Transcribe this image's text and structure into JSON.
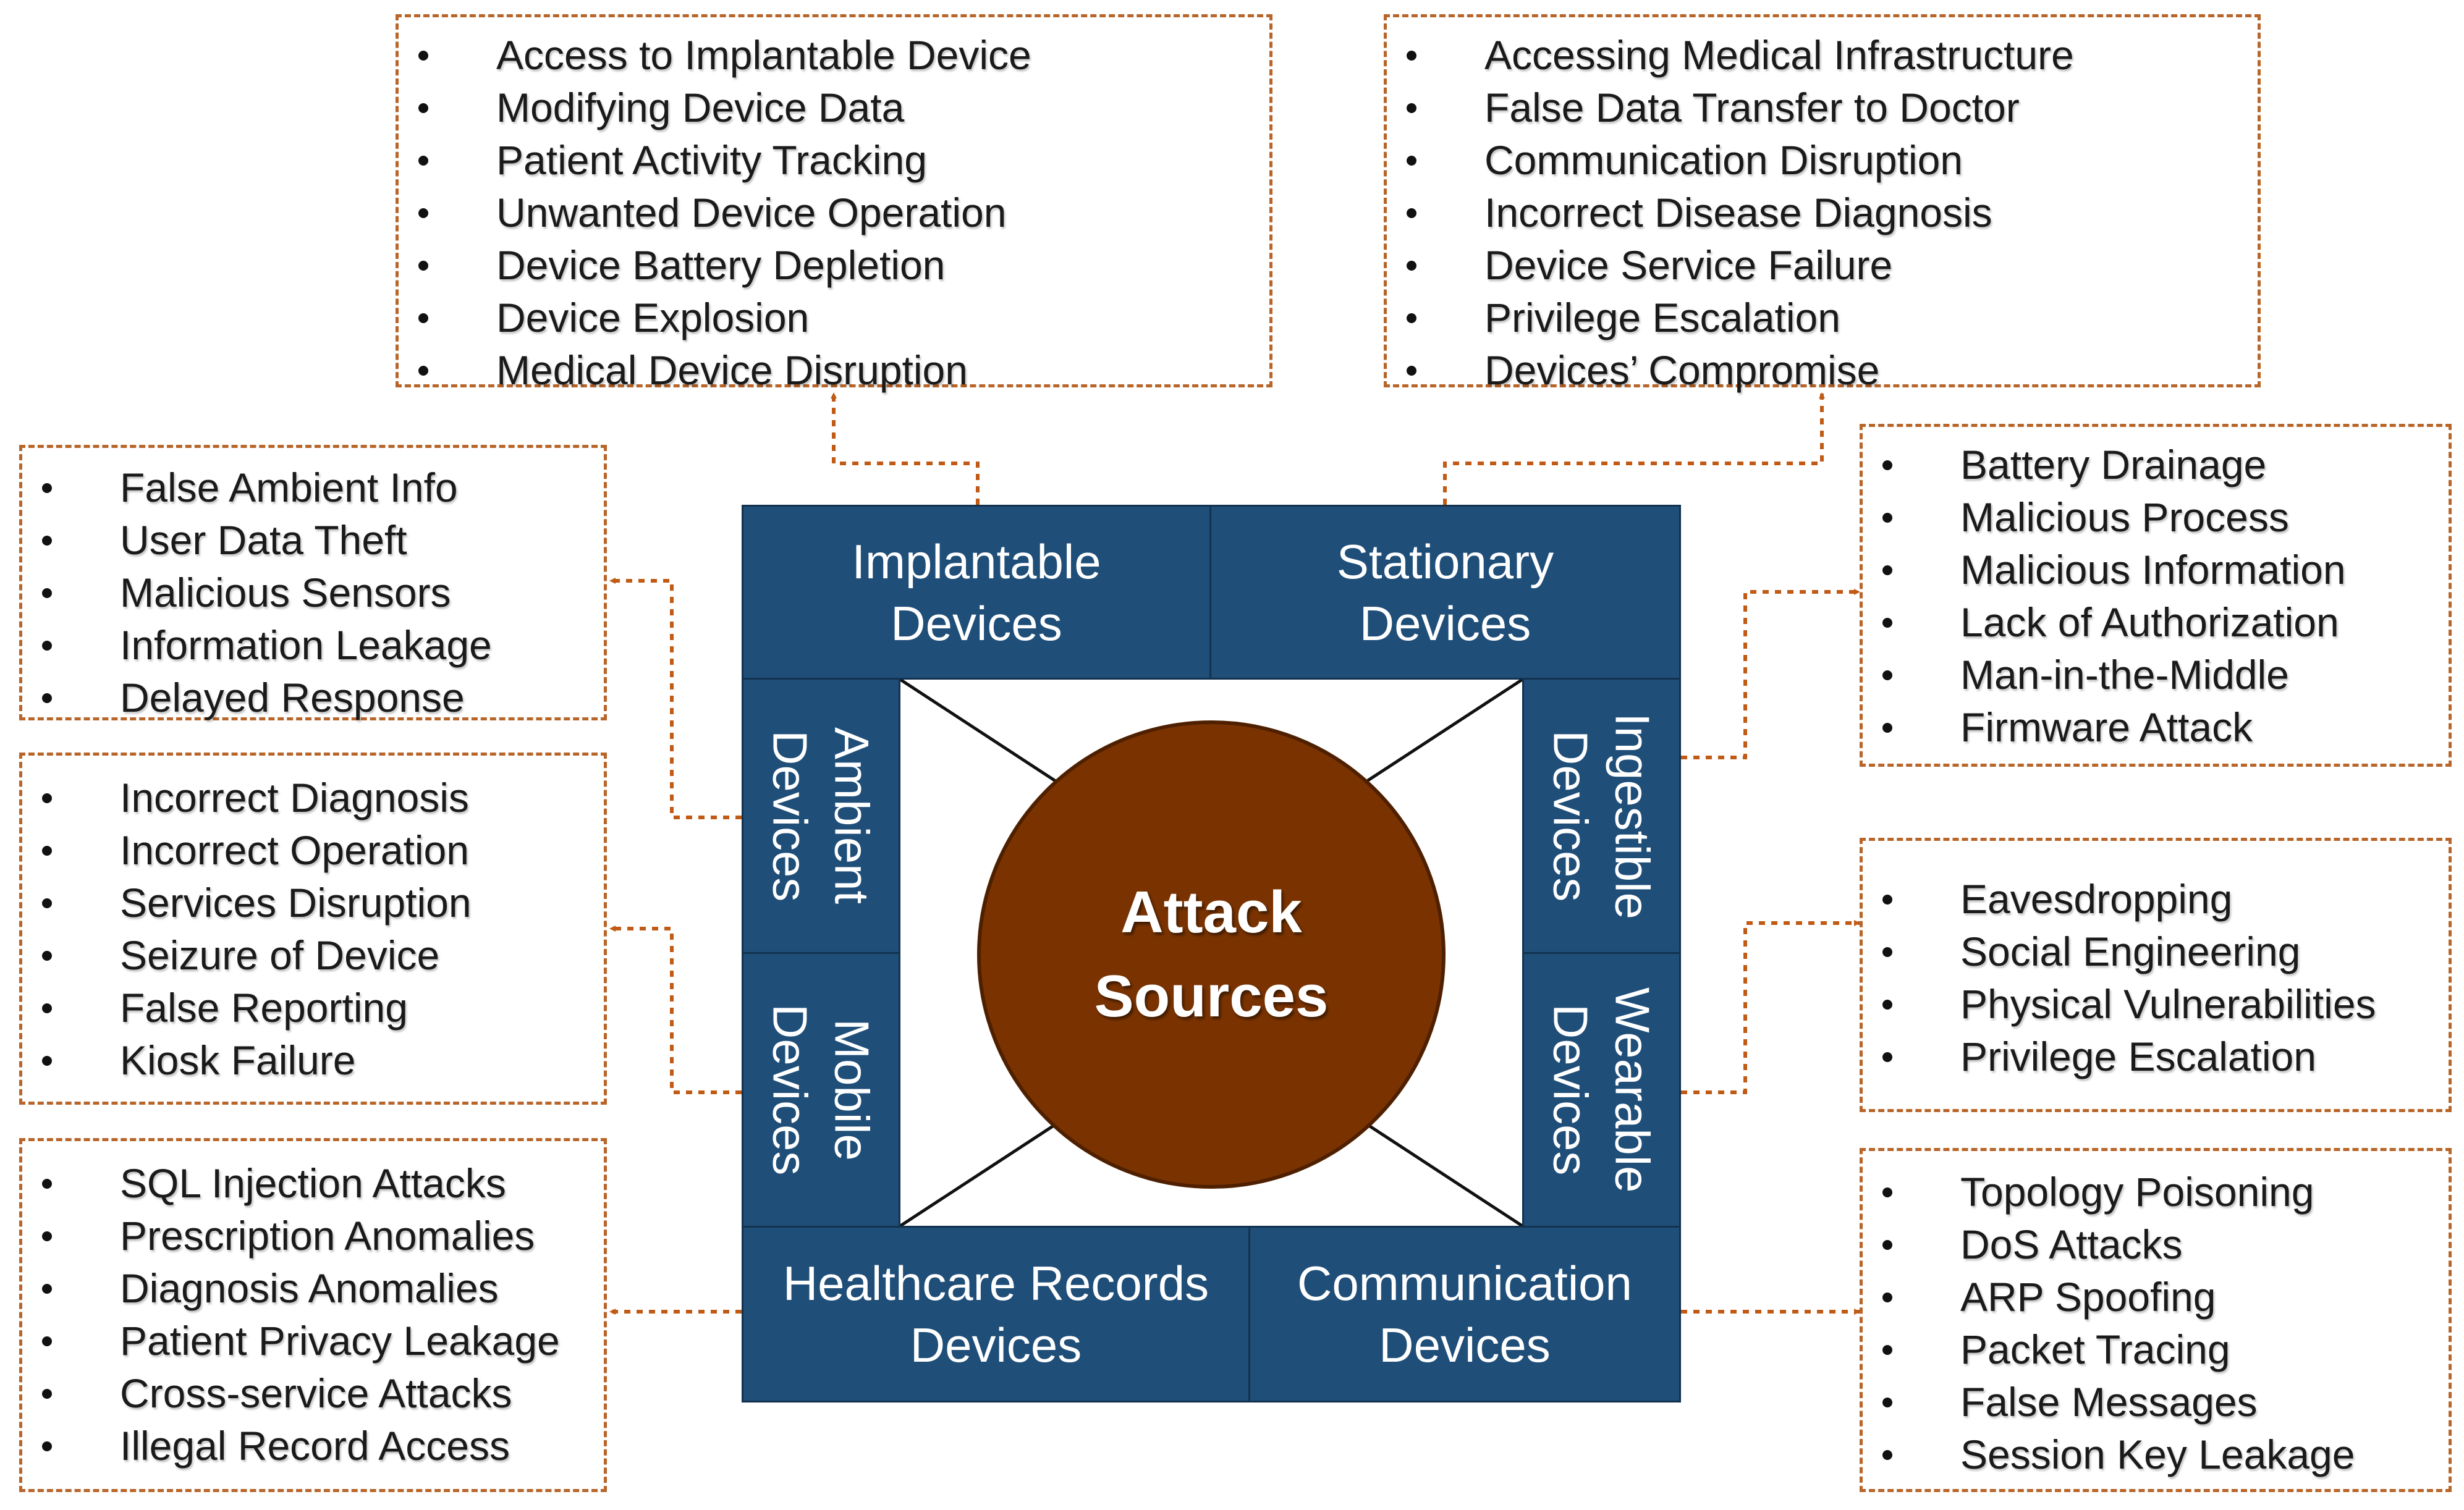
{
  "center": {
    "title_line1": "Attack",
    "title_line2": "Sources"
  },
  "devices": {
    "implantable": {
      "line1": "Implantable",
      "line2": "Devices"
    },
    "stationary": {
      "line1": "Stationary",
      "line2": "Devices"
    },
    "ambient": {
      "line1": "Ambient",
      "line2": "Devices"
    },
    "mobile": {
      "line1": "Mobile",
      "line2": "Devices"
    },
    "ingestible": {
      "line1": "Ingestible",
      "line2": "Devices"
    },
    "wearable": {
      "line1": "Wearable",
      "line2": "Devices"
    },
    "healthcare_records": {
      "line1": "Healthcare Records",
      "line2": "Devices"
    },
    "communication": {
      "line1": "Communication",
      "line2": "Devices"
    }
  },
  "threats": {
    "implantable": [
      "Access to Implantable Device",
      "Modifying Device Data",
      "Patient Activity Tracking",
      "Unwanted Device Operation",
      "Device Battery Depletion",
      "Device Explosion",
      "Medical Device Disruption"
    ],
    "stationary": [
      "Accessing Medical Infrastructure",
      "False Data Transfer to Doctor",
      "Communication Disruption",
      "Incorrect Disease Diagnosis",
      "Device Service Failure",
      "Privilege Escalation",
      "Devices’ Compromise"
    ],
    "ambient": [
      "False Ambient Info",
      "User Data Theft",
      "Malicious Sensors",
      "Information Leakage",
      "Delayed Response"
    ],
    "mobile": [
      "Incorrect Diagnosis",
      "Incorrect Operation",
      "Services Disruption",
      "Seizure of Device",
      "False Reporting",
      "Kiosk Failure"
    ],
    "healthcare_records": [
      "SQL Injection Attacks",
      "Prescription Anomalies",
      "Diagnosis Anomalies",
      "Patient Privacy Leakage",
      "Cross-service Attacks",
      "Illegal Record Access"
    ],
    "ingestible": [
      "Battery Drainage",
      "Malicious Process",
      "Malicious Information",
      "Lack of Authorization",
      "Man-in-the-Middle",
      "Firmware Attack"
    ],
    "wearable": [
      "Eavesdropping",
      "Social Engineering",
      "Physical Vulnerabilities",
      "Privilege Escalation"
    ],
    "communication": [
      "Topology Poisoning",
      "DoS Attacks",
      "ARP Spoofing",
      "Packet Tracing",
      "False Messages",
      "Session Key Leakage"
    ]
  },
  "colors": {
    "device_fill": "#1f4e79",
    "circle_fill": "#7a3300",
    "connector": "#c05a14",
    "box_border": "#b8652a"
  }
}
